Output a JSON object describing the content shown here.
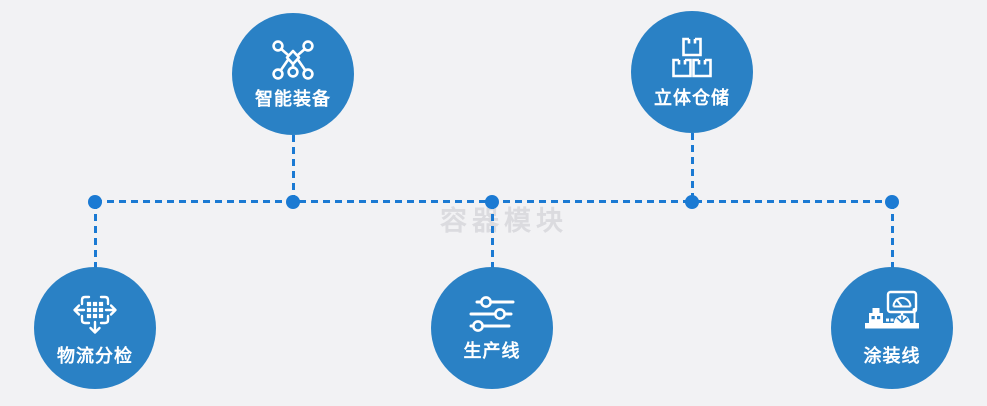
{
  "page": {
    "watermark": "容器模块"
  },
  "colors": {
    "background": "#f2f2f4",
    "node": "#2a81c5",
    "connector": "#1b7ad3",
    "label": "#ffffff",
    "watermark": "#dbdbdf"
  },
  "diagram": {
    "nodes": [
      {
        "id": "smart-equipment",
        "label": "智能装备",
        "icon": "network-nodes-icon",
        "position": "top-left"
      },
      {
        "id": "vertical-warehouse",
        "label": "立体仓储",
        "icon": "stacked-boxes-icon",
        "position": "top-right"
      },
      {
        "id": "logistics-sorting",
        "label": "物流分检",
        "icon": "sorting-arrows-icon",
        "position": "bottom-left"
      },
      {
        "id": "production-line",
        "label": "生产线",
        "icon": "sliders-icon",
        "position": "bottom-center"
      },
      {
        "id": "coating-line",
        "label": "涂装线",
        "icon": "coating-station-icon",
        "position": "bottom-right"
      }
    ]
  }
}
